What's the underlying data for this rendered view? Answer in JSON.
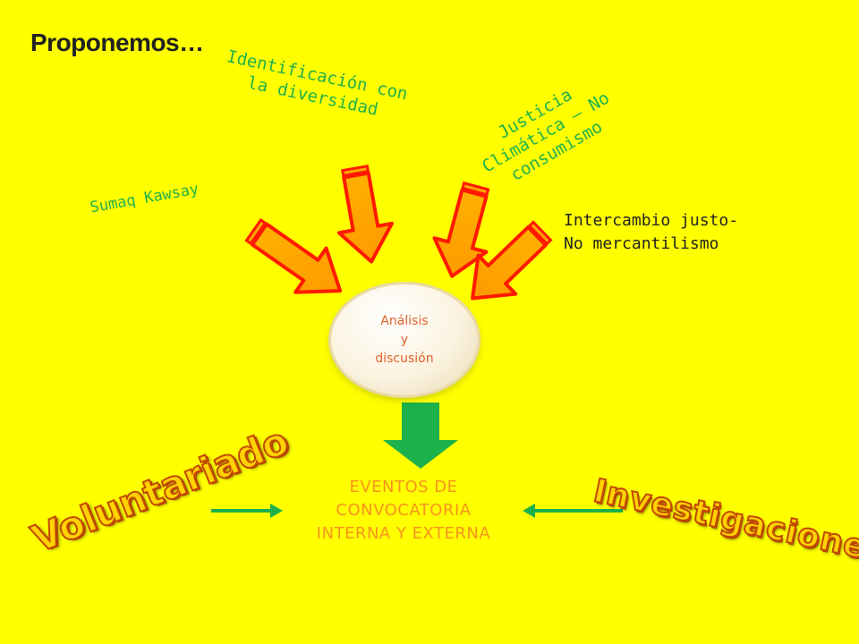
{
  "title": "Proponemos…",
  "labels": {
    "identificacion": "Identificación con la diversidad",
    "sumaq": "Sumaq Kawsay",
    "justicia": "Justicia Climática – No consumismo",
    "intercambio_line1": "Intercambio justo-",
    "intercambio_line2": "No mercantilismo"
  },
  "center_node": {
    "line1": "Análisis",
    "line2": "y",
    "line3": "discusión"
  },
  "events": {
    "line1": "EVENTOS DE",
    "line2": "CONVOCATORIA",
    "line3": "INTERNA Y EXTERNA"
  },
  "wordart": {
    "left": "Voluntariado",
    "right": "Investigaciones"
  },
  "colors": {
    "background": "#ffff00",
    "label_green": "#22b14c",
    "arrow_fill": "#ffa500",
    "arrow_stroke": "#ff1a00",
    "down_arrow": "#1db14b",
    "events_text": "#f7941d",
    "center_text": "#e0632a"
  }
}
